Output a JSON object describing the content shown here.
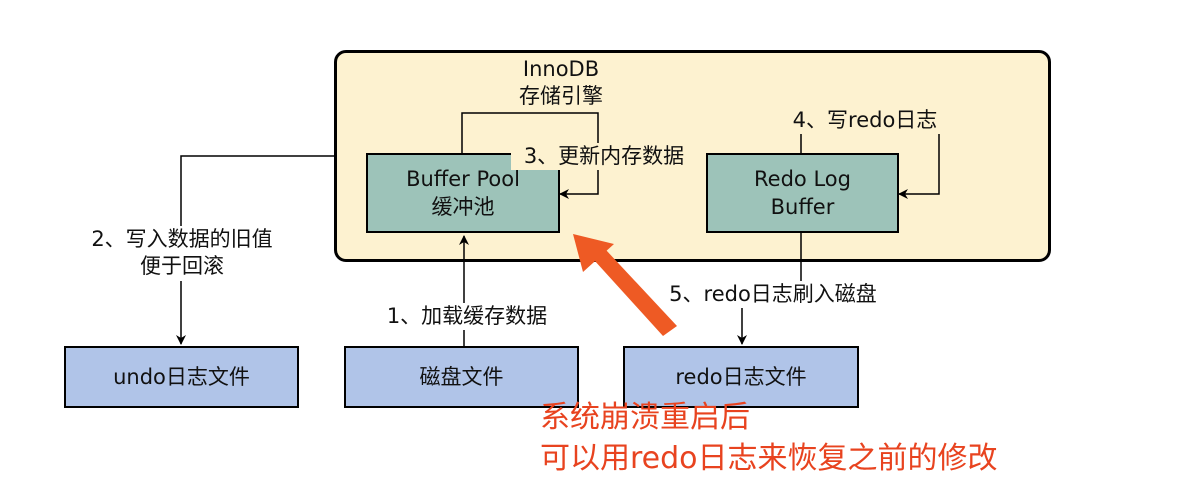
{
  "engine": {
    "title_line1": "InnoDB",
    "title_line2": "存储引擎"
  },
  "boxes": {
    "buffer_pool": {
      "line1": "Buffer Pool",
      "line2": "缓冲池"
    },
    "redo_buffer": {
      "line1": "Redo Log",
      "line2": "Buffer"
    },
    "undo_file": "undo日志文件",
    "disk_file": "磁盘文件",
    "redo_file": "redo日志文件"
  },
  "steps": {
    "step1": "1、加载缓存数据",
    "step2_line1": "2、写入数据的旧值",
    "step2_line2": "便于回滚",
    "step3": "3、更新内存数据",
    "step4": "4、写redo日志",
    "step5": "5、redo日志刷入磁盘"
  },
  "note": {
    "line1": "系统崩溃重启后",
    "line2": "可以用redo日志来恢复之前的修改",
    "color": "#e8431f"
  },
  "colors": {
    "engine_fill": "#fdf2d0",
    "memory_box_fill": "#9dc3b9",
    "file_box_fill": "#b0c4e8"
  }
}
